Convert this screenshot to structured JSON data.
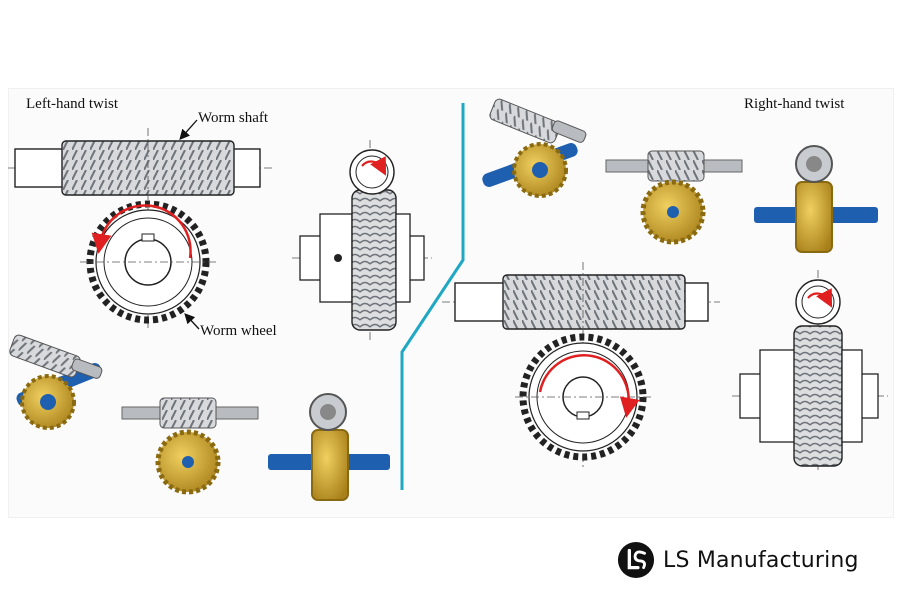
{
  "labels": {
    "left_twist": "Left-hand twist",
    "right_twist": "Right-hand twist",
    "worm_shaft": "Worm shaft",
    "worm_wheel": "Worm wheel"
  },
  "brand": {
    "name": "LS Manufacturing",
    "logo_icon": "ls-monogram-icon"
  },
  "colors": {
    "divider": "#1fa8c4",
    "arrow": "#e02020",
    "shaft_blue": "#1f5fb0",
    "gear_gold": "#c9a227",
    "worm_gray": "#9aa0a6"
  }
}
